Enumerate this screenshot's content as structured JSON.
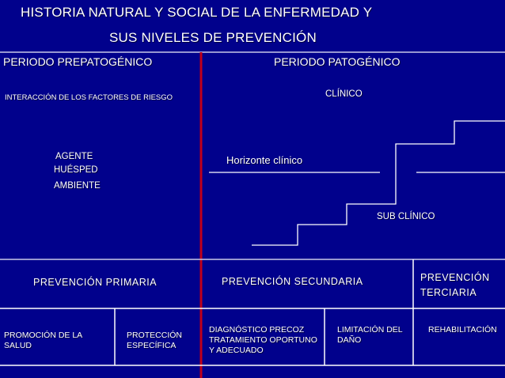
{
  "title": {
    "line1": "HISTORIA NATURAL Y SOCIAL DE LA ENFERMEDAD Y",
    "line2": "SUS NIVELES DE PREVENCIÓN"
  },
  "periods": {
    "prepathogenic": "PERIODO PREPATOGÉNICO",
    "pathogenic": "PERIODO PATOGÉNICO"
  },
  "interaction": "INTERACCIÓN DE  LOS FACTORES DE RIESGO",
  "clinical": "CLÍNICO",
  "factors": [
    "AGENTE",
    "HUÉSPED",
    "AMBIENTE"
  ],
  "clinical_horizon": "Horizonte clínico",
  "subclinical": "SUB CLÍNICO",
  "prevention": {
    "primary": "PREVENCIÓN PRIMARIA",
    "secondary": "PREVENCIÓN SECUNDARIA",
    "tertiary_line1": "PREVENCIÓN",
    "tertiary_line2": "TERCIARIA"
  },
  "actions": {
    "health_promotion": "PROMOCIÓN DE LA SALUD",
    "specific_protection": "PROTECCIÓN ESPECÍFICA",
    "early_diagnosis": "DIAGNÓSTICO PRECOZ TRATAMIENTO OPORTUNO Y ADECUADO",
    "disability_limitation": "LIMITACIÓN DEL DAÑO",
    "rehabilitation": "REHABILITACIÓN"
  },
  "colors": {
    "background": "#01018c",
    "divider_red": "#c0001a",
    "text": "#ffffff"
  }
}
